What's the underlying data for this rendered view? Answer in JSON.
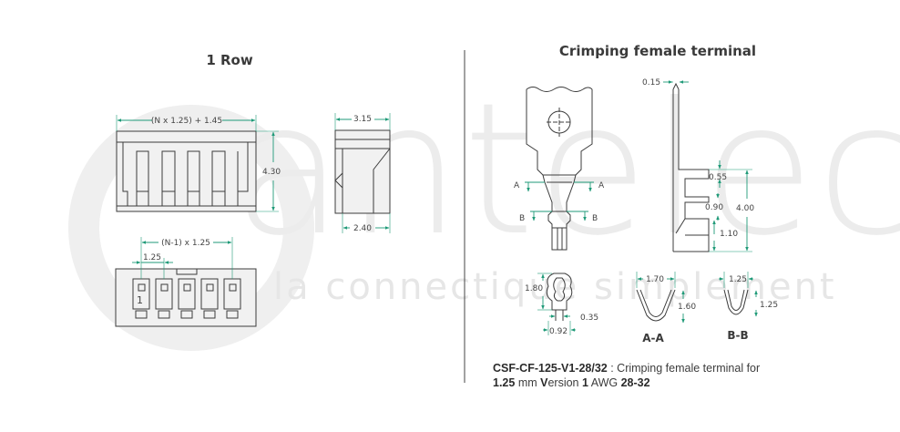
{
  "watermark": {
    "brand": "antelec",
    "tagline": "la connectique simplement"
  },
  "left": {
    "title": "1 Row",
    "dims": {
      "width_formula": "(N x 1.25) + 1.45",
      "height": "4.30",
      "side_width": "3.15",
      "side_bottom": "2.40",
      "pitch_formula": "(N-1) x 1.25",
      "pitch": "1.25",
      "pin_one": "1"
    }
  },
  "right": {
    "title": "Crimping female terminal",
    "labels": {
      "section_a": "A",
      "section_b": "B",
      "aa": "A-A",
      "bb": "B-B"
    },
    "dims": {
      "thickness": "0.15",
      "d055": "0.55",
      "d090": "0.90",
      "d400": "4.00",
      "d110": "1.10",
      "d180": "1.80",
      "d035": "0.35",
      "d092": "0.92",
      "aa_width": "1.70",
      "aa_height": "1.60",
      "bb_width": "1.25",
      "bb_height": "1.25"
    },
    "caption": {
      "code": "CSF-CF-125-V1-28/32",
      "sep": " : Crimping female terminal for",
      "n1": "1.25",
      "t1": " mm ",
      "v": "V",
      "t2": "ersion ",
      "n2": "1",
      "t3": " AWG ",
      "n3": "28-32"
    }
  },
  "colors": {
    "dimension": "#1f9a78",
    "outline": "#3c3c3c",
    "watermark": "#ececec"
  }
}
